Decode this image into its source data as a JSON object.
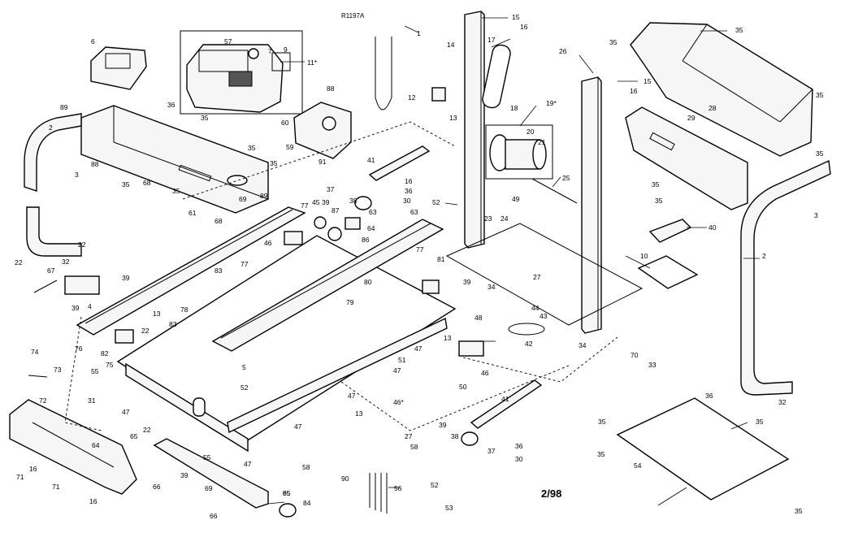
{
  "diagram": {
    "reference": "R1197A",
    "page": "2/98",
    "callouts": {
      "c1": "1",
      "c2a": "2",
      "c2b": "2",
      "c3a": "3",
      "c3b": "3",
      "c4": "4",
      "c5": "5",
      "c6": "6",
      "c7": "7",
      "c9": "9",
      "c10": "10",
      "c11": "11*",
      "c12": "12",
      "c13a": "13",
      "c13b": "13",
      "c13c": "13",
      "c13d": "13",
      "c14": "14",
      "c15a": "15",
      "c15b": "15",
      "c16a": "16",
      "c16b": "16",
      "c16c": "16",
      "c16d": "16",
      "c16e": "16",
      "c17": "17",
      "c18": "18",
      "c19": "19*",
      "c20": "20",
      "c21": "21",
      "c22a": "22",
      "c22b": "22",
      "c22c": "22",
      "c22d": "22",
      "c23": "23",
      "c24": "24",
      "c25": "25",
      "c26": "26",
      "c27a": "27",
      "c27b": "27",
      "c28": "28",
      "c29": "29",
      "c30a": "30",
      "c30b": "30",
      "c31": "31",
      "c32a": "32",
      "c32b": "32",
      "c33": "33",
      "c34a": "34",
      "c34b": "34",
      "c35a": "35",
      "c35b": "35",
      "c35c": "35",
      "c35d": "35",
      "c35e": "35",
      "c35f": "35",
      "c35g": "35",
      "c35h": "35",
      "c35i": "35",
      "c35j": "35",
      "c35k": "35",
      "c35l": "35",
      "c35m": "35",
      "c35n": "35",
      "c35o": "35",
      "c36a": "36",
      "c36b": "36",
      "c36c": "36",
      "c36d": "36",
      "c37a": "37",
      "c37b": "37",
      "c38a": "38",
      "c38b": "38",
      "c39a": "39",
      "c39b": "39",
      "c39c": "39",
      "c39d": "39",
      "c39e": "39",
      "c39f": "39",
      "c40": "40",
      "c41a": "41",
      "c41b": "41",
      "c42": "42",
      "c43": "43",
      "c44": "44",
      "c45": "45",
      "c46a": "46",
      "c46b": "46",
      "c46c": "46*",
      "c47a": "47",
      "c47b": "47",
      "c47c": "47",
      "c47d": "47",
      "c47e": "47",
      "c47f": "47",
      "c48": "48",
      "c49": "49",
      "c50": "50",
      "c51": "51",
      "c52a": "52",
      "c52b": "52",
      "c52c": "52",
      "c53": "53",
      "c54": "54",
      "c55a": "55",
      "c55b": "55",
      "c56": "56",
      "c57": "57",
      "c58a": "58",
      "c58b": "58",
      "c59": "59",
      "c60": "60",
      "c61": "61",
      "c63a": "63",
      "c63b": "63",
      "c64a": "64",
      "c64b": "64",
      "c65a": "65",
      "c65b": "65",
      "c66a": "66",
      "c66b": "66",
      "c67": "67",
      "c68a": "68",
      "c68b": "68",
      "c69a": "69",
      "c69b": "69",
      "c70": "70",
      "c71a": "71",
      "c71b": "71",
      "c72": "72",
      "c73": "73",
      "c74": "74",
      "c75": "75",
      "c76": "76",
      "c77a": "77",
      "c77b": "77",
      "c77c": "77",
      "c78": "78",
      "c79": "79",
      "c80": "80",
      "c81": "81",
      "c82": "82",
      "c83a": "83",
      "c83b": "83",
      "c84": "84",
      "c85": "85",
      "c86": "86",
      "c87": "87",
      "c88a": "88",
      "c88b": "88",
      "c89a": "89",
      "c89b": "89",
      "c90": "90",
      "c91": "91"
    }
  }
}
